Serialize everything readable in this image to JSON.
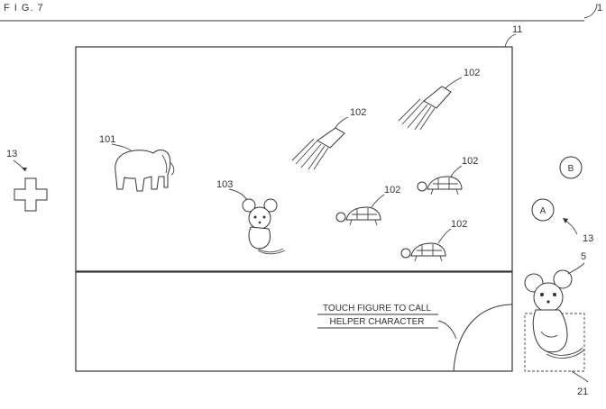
{
  "figure": {
    "title": "F I G. 7"
  },
  "refs": {
    "device": "1",
    "upper_screen": "11",
    "dpad": "13",
    "buttons": "13",
    "figure_toy": "5",
    "figure_area": "21",
    "elephant": "101",
    "enemy_1": "102",
    "enemy_2": "102",
    "enemy_3": "102",
    "enemy_4": "102",
    "enemy_5": "102",
    "mouse": "103"
  },
  "buttons": {
    "a_label": "A",
    "b_label": "B"
  },
  "lower_screen": {
    "message_line1": "TOUCH FIGURE TO CALL",
    "message_line2": "HELPER CHARACTER"
  }
}
